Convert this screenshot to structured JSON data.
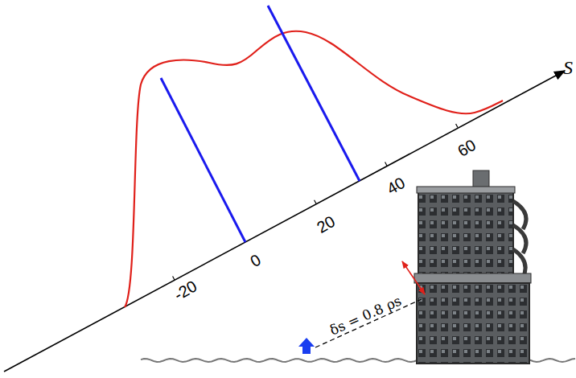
{
  "diagram": {
    "labels": [
      "S",
      "-20",
      "0",
      "20",
      "40",
      "60",
      "δs = 0.8 ρs"
    ]
  }
}
